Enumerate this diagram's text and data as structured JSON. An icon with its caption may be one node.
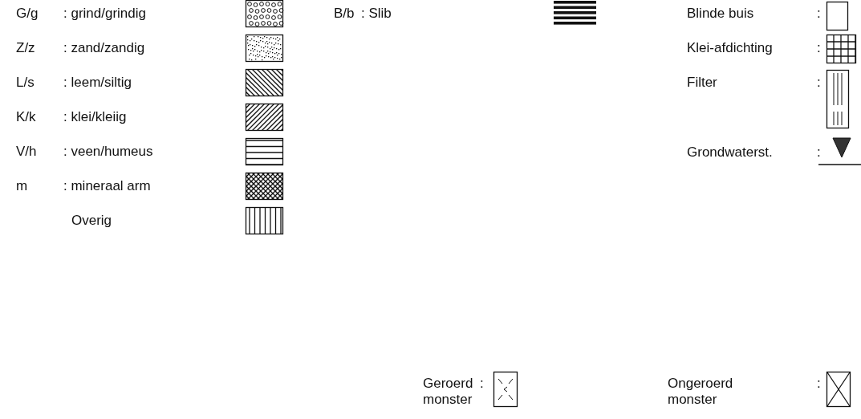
{
  "diagram": {
    "labels": [
      "G/g",
      "B/b",
      ":",
      "Z/z",
      ":",
      "L/s",
      ":",
      "K/k",
      "V/h",
      ":",
      "m",
      ":",
      ":"
    ],
    "legend": [
      {
        "text": ": grind/grindig"
      },
      {
        "text": ": zand/zandig"
      },
      {
        "text": ": leem/siltig"
      },
      {
        "text": ": klei/kleiig"
      },
      {
        "text": ": veen/humeus"
      },
      {
        "text": ": mineraal arm"
      },
      {
        "text": "Overig"
      },
      {
        "text": ": Slib"
      },
      {
        "text": "Blinde buis"
      },
      {
        "text": "Klei-afdichting"
      },
      {
        "text": "Filter"
      },
      {
        "text": "Grondwaterst."
      },
      {
        "text": "Geroerd monster"
      },
      {
        "text": "Ongeroerd monster"
      }
    ]
  }
}
